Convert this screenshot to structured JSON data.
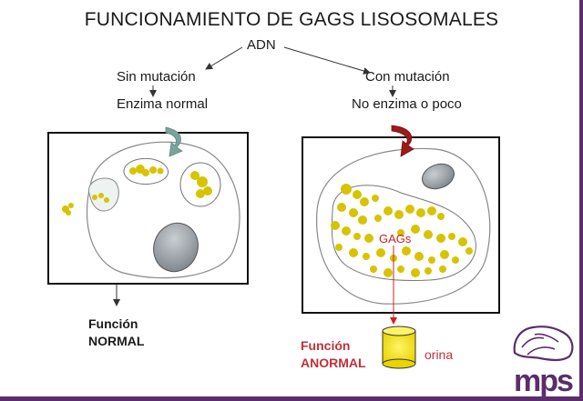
{
  "diagram": {
    "title": "FUNCIONAMIENTO DE GAGS LISOSOMALES",
    "root": "ADN",
    "left_branch": {
      "label": "Sin mutación",
      "result": "Enzima normal",
      "outcome_line1": "Función",
      "outcome_line2": "NORMAL"
    },
    "right_branch": {
      "label": "Con mutación",
      "result": "No enzima o poco",
      "gags_label": "GAGs",
      "outcome_line1": "Función",
      "outcome_line2": "ANORMAL",
      "excretion_label": "orina"
    }
  },
  "logo": {
    "text": "mps"
  },
  "colors": {
    "gag_yellow": "#d8c300",
    "arrow_teal": "#7aa39c",
    "arrow_red": "#9b1a1a",
    "abnormal_red": "#c0303a",
    "logo_purple": "#5b2e6b"
  }
}
